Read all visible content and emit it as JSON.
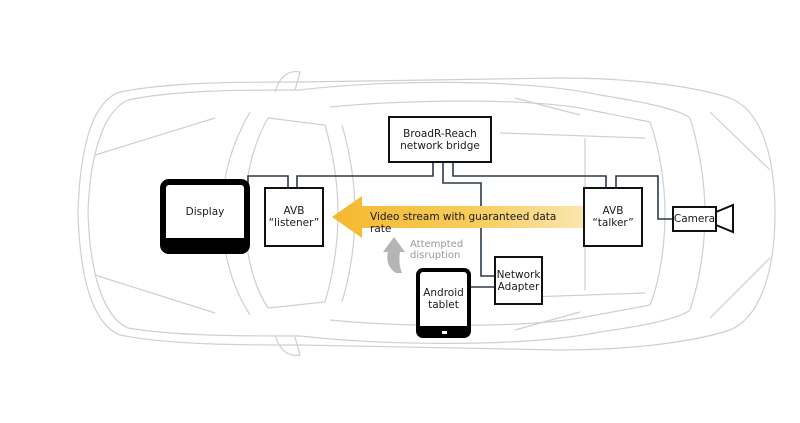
{
  "diagram": {
    "colors": {
      "car_outline": "#cfcfcf",
      "connector": "#2b3a4a",
      "box_border": "#111111",
      "stream_arrow": "#f5b82e",
      "disruption_arrow": "#b5b5b5",
      "disruption_text": "#9a9a9a"
    },
    "nodes": {
      "bridge": {
        "line1": "BroadR-Reach",
        "line2": "network bridge"
      },
      "display": {
        "label": "Display"
      },
      "listener": {
        "line1": "AVB",
        "line2": "“listener”"
      },
      "talker": {
        "line1": "AVB",
        "line2": "“talker”"
      },
      "camera": {
        "label": "Camera"
      },
      "adapter": {
        "line1": "Network",
        "line2": "Adapter"
      },
      "tablet": {
        "line1": "Android",
        "line2": "tablet"
      }
    },
    "stream_arrow": {
      "label": "Video stream with guaranteed data rate",
      "direction": "talker-to-listener"
    },
    "disruption": {
      "line1": "Attempted",
      "line2": "disruption",
      "icon": "up-arrow-icon"
    },
    "connections": [
      {
        "from": "bridge",
        "to": "listener"
      },
      {
        "from": "bridge",
        "to": "talker"
      },
      {
        "from": "bridge",
        "to": "adapter"
      },
      {
        "from": "listener",
        "to": "display"
      },
      {
        "from": "talker",
        "to": "camera"
      },
      {
        "from": "adapter",
        "to": "tablet"
      }
    ]
  }
}
